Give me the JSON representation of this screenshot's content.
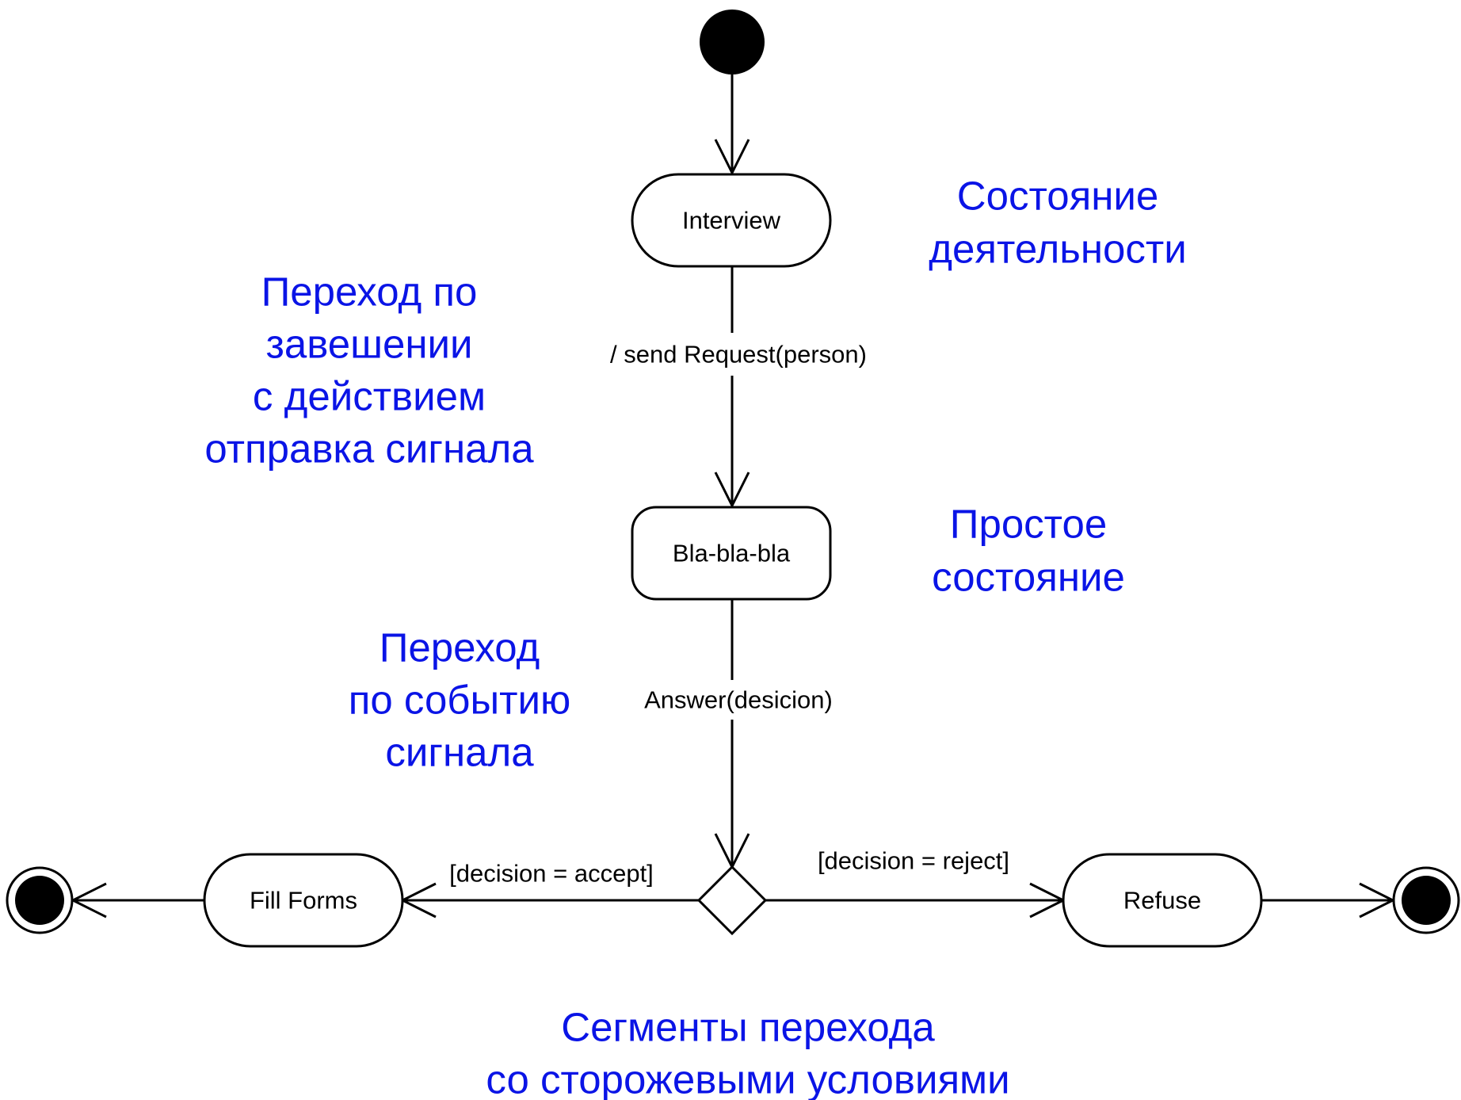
{
  "colors": {
    "line": "#000000",
    "annotation": "#0a14e6",
    "background": "#ffffff"
  },
  "nodes": {
    "interview": "Interview",
    "bla": "Bla-bla-bla",
    "fill_forms": "Fill Forms",
    "refuse": "Refuse"
  },
  "edges": {
    "send_request": "/ send Request(person)",
    "answer": "Answer(desicion)",
    "accept": "[decision = accept]",
    "reject": "[decision = reject]"
  },
  "annotations": {
    "activity_state": [
      "Состояние",
      "деятельности"
    ],
    "completion_transition": [
      "Переход по",
      "завешении",
      "с действием",
      "отправка сигнала"
    ],
    "simple_state": [
      "Простое",
      "состояние"
    ],
    "signal_event_transition": [
      "Переход",
      "по событию",
      "сигнала"
    ],
    "guard_segments": [
      "Сегменты перехода",
      "со сторожевыми условиями"
    ]
  }
}
